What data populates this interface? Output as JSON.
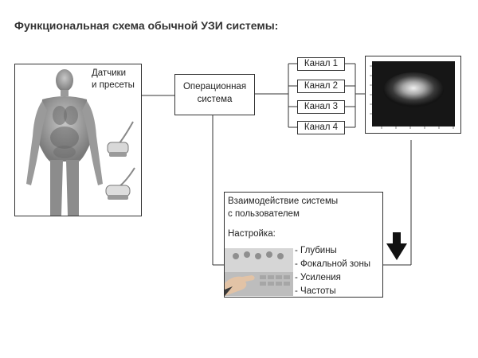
{
  "title": "Функциональная схема обычной УЗИ системы:",
  "sensors": {
    "label_line1": "Датчики",
    "label_line2": "и пресеты"
  },
  "operational": {
    "line1": "Операционная",
    "line2": "система"
  },
  "channels": [
    "Канал 1",
    "Канал 2",
    "Канал 3",
    "Канал 4"
  ],
  "interaction": {
    "line1": "Взаимодействие системы",
    "line2": "с пользователем",
    "setup_label": "Настройка:",
    "items": [
      "- Глубины",
      "- Фокальной зоны",
      "- Усиления",
      "- Частоты"
    ]
  },
  "colors": {
    "border": "#333333",
    "body_gray": "#9a9a9a",
    "ultrasound_bg": "#1a1a1a",
    "arrow": "#111111"
  }
}
